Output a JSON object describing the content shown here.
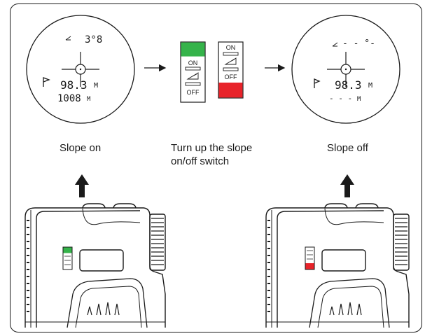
{
  "captions": {
    "left": "Slope on",
    "middle_line1": "Turn up the slope",
    "middle_line2": "on/off switch",
    "right": "Slope off"
  },
  "view_on": {
    "angle": "3°8",
    "distance": "98.3",
    "distance_unit": "M",
    "adjusted": "1008",
    "adjusted_unit": "M"
  },
  "view_off": {
    "angle": "- - °-",
    "distance": "98.3",
    "distance_unit": "M",
    "adjusted": "- - -",
    "adjusted_unit": "M"
  },
  "switch": {
    "on_label": "ON",
    "off_label": "OFF"
  },
  "colors": {
    "on": "#35b34a",
    "off": "#e8232a",
    "line": "#1a1a1a"
  }
}
